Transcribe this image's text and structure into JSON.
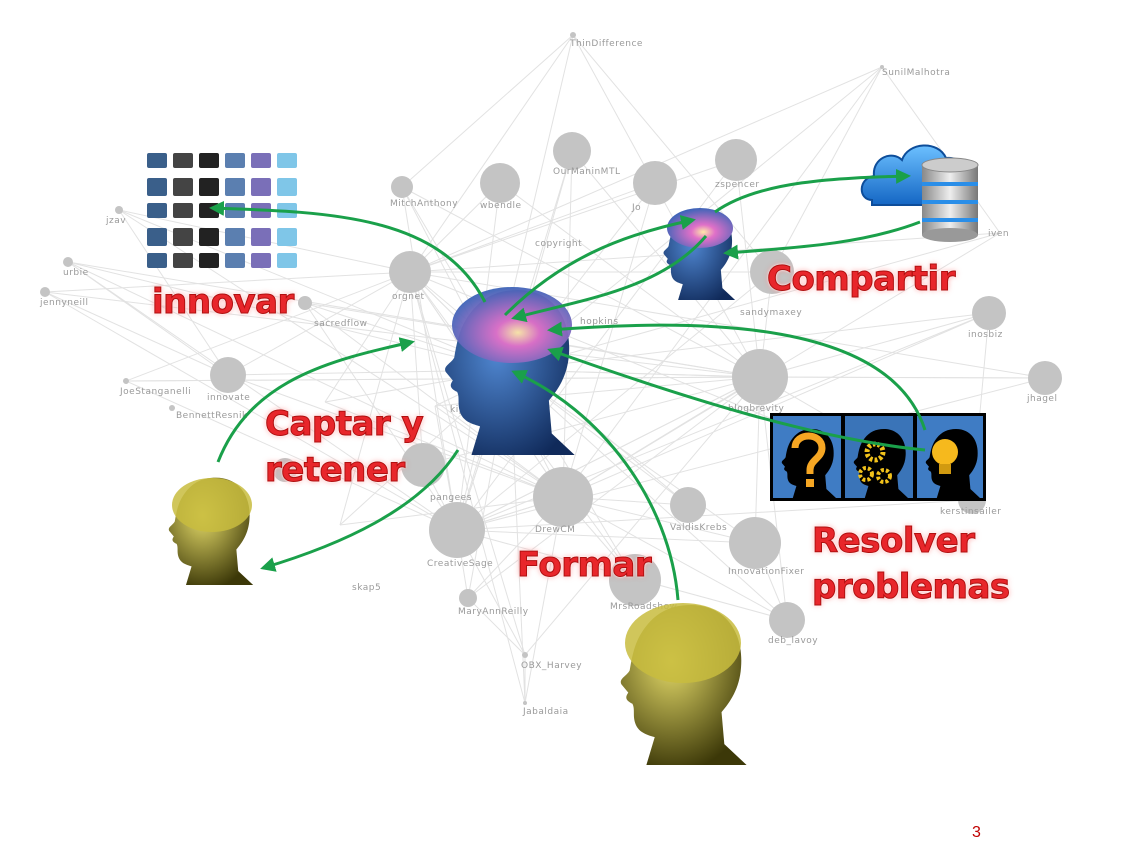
{
  "slide": {
    "page_number": "3",
    "concepts": {
      "innovar": "innovar",
      "compartir": "Compartir",
      "captar_line1": "Captar y",
      "captar_line2": "retener",
      "formar": "Formar",
      "resolver_line1": "Resolver",
      "resolver_line2": "problemas"
    },
    "network_nodes": {
      "thin": "ThinDifference",
      "sunil": "SunilMalhotra",
      "ourman": "OurManinMTL",
      "zspencer": "zspencer",
      "mitch": "MitchAnthony",
      "wbendle": "wbendle",
      "jo": "Jo",
      "jzav": "jzav",
      "urbie": "urbie",
      "jenny": "jennyneill",
      "orgnet": "orgnet",
      "sacredflow": "sacredflow",
      "sandymaxey": "sandymaxey",
      "iven": "iven",
      "inosbiz": "inosbiz",
      "joe": "JoeStanganelli",
      "innovate": "innovate",
      "bennett": "BennettResnik",
      "kip": "kip",
      "blogbrevity": "blogbrevity",
      "jhagel": "jhagel",
      "hopkins": "hopkins",
      "pangees": "pangees",
      "skap5": "skap5",
      "creativesage": "CreativeSage",
      "drewcm": "DrewCM",
      "valdis": "ValdisKrebs",
      "innovationfixer": "InnovationFixer",
      "kerstin": "kerstinsailer",
      "mrsroad": "MrsRoadshow",
      "maryann": "MaryAnnReilly",
      "obx": "OBX_Harvey",
      "jabaldaia": "Jabaldaia",
      "deb": "deb_lavoy",
      "copyright": "copyright"
    },
    "colors": {
      "arrow": "#1aa04a",
      "concept_text": "#e8262b",
      "node": "#c4c4c4",
      "brain_blue": "#24477f",
      "brain_gold": "#8a8420"
    }
  }
}
